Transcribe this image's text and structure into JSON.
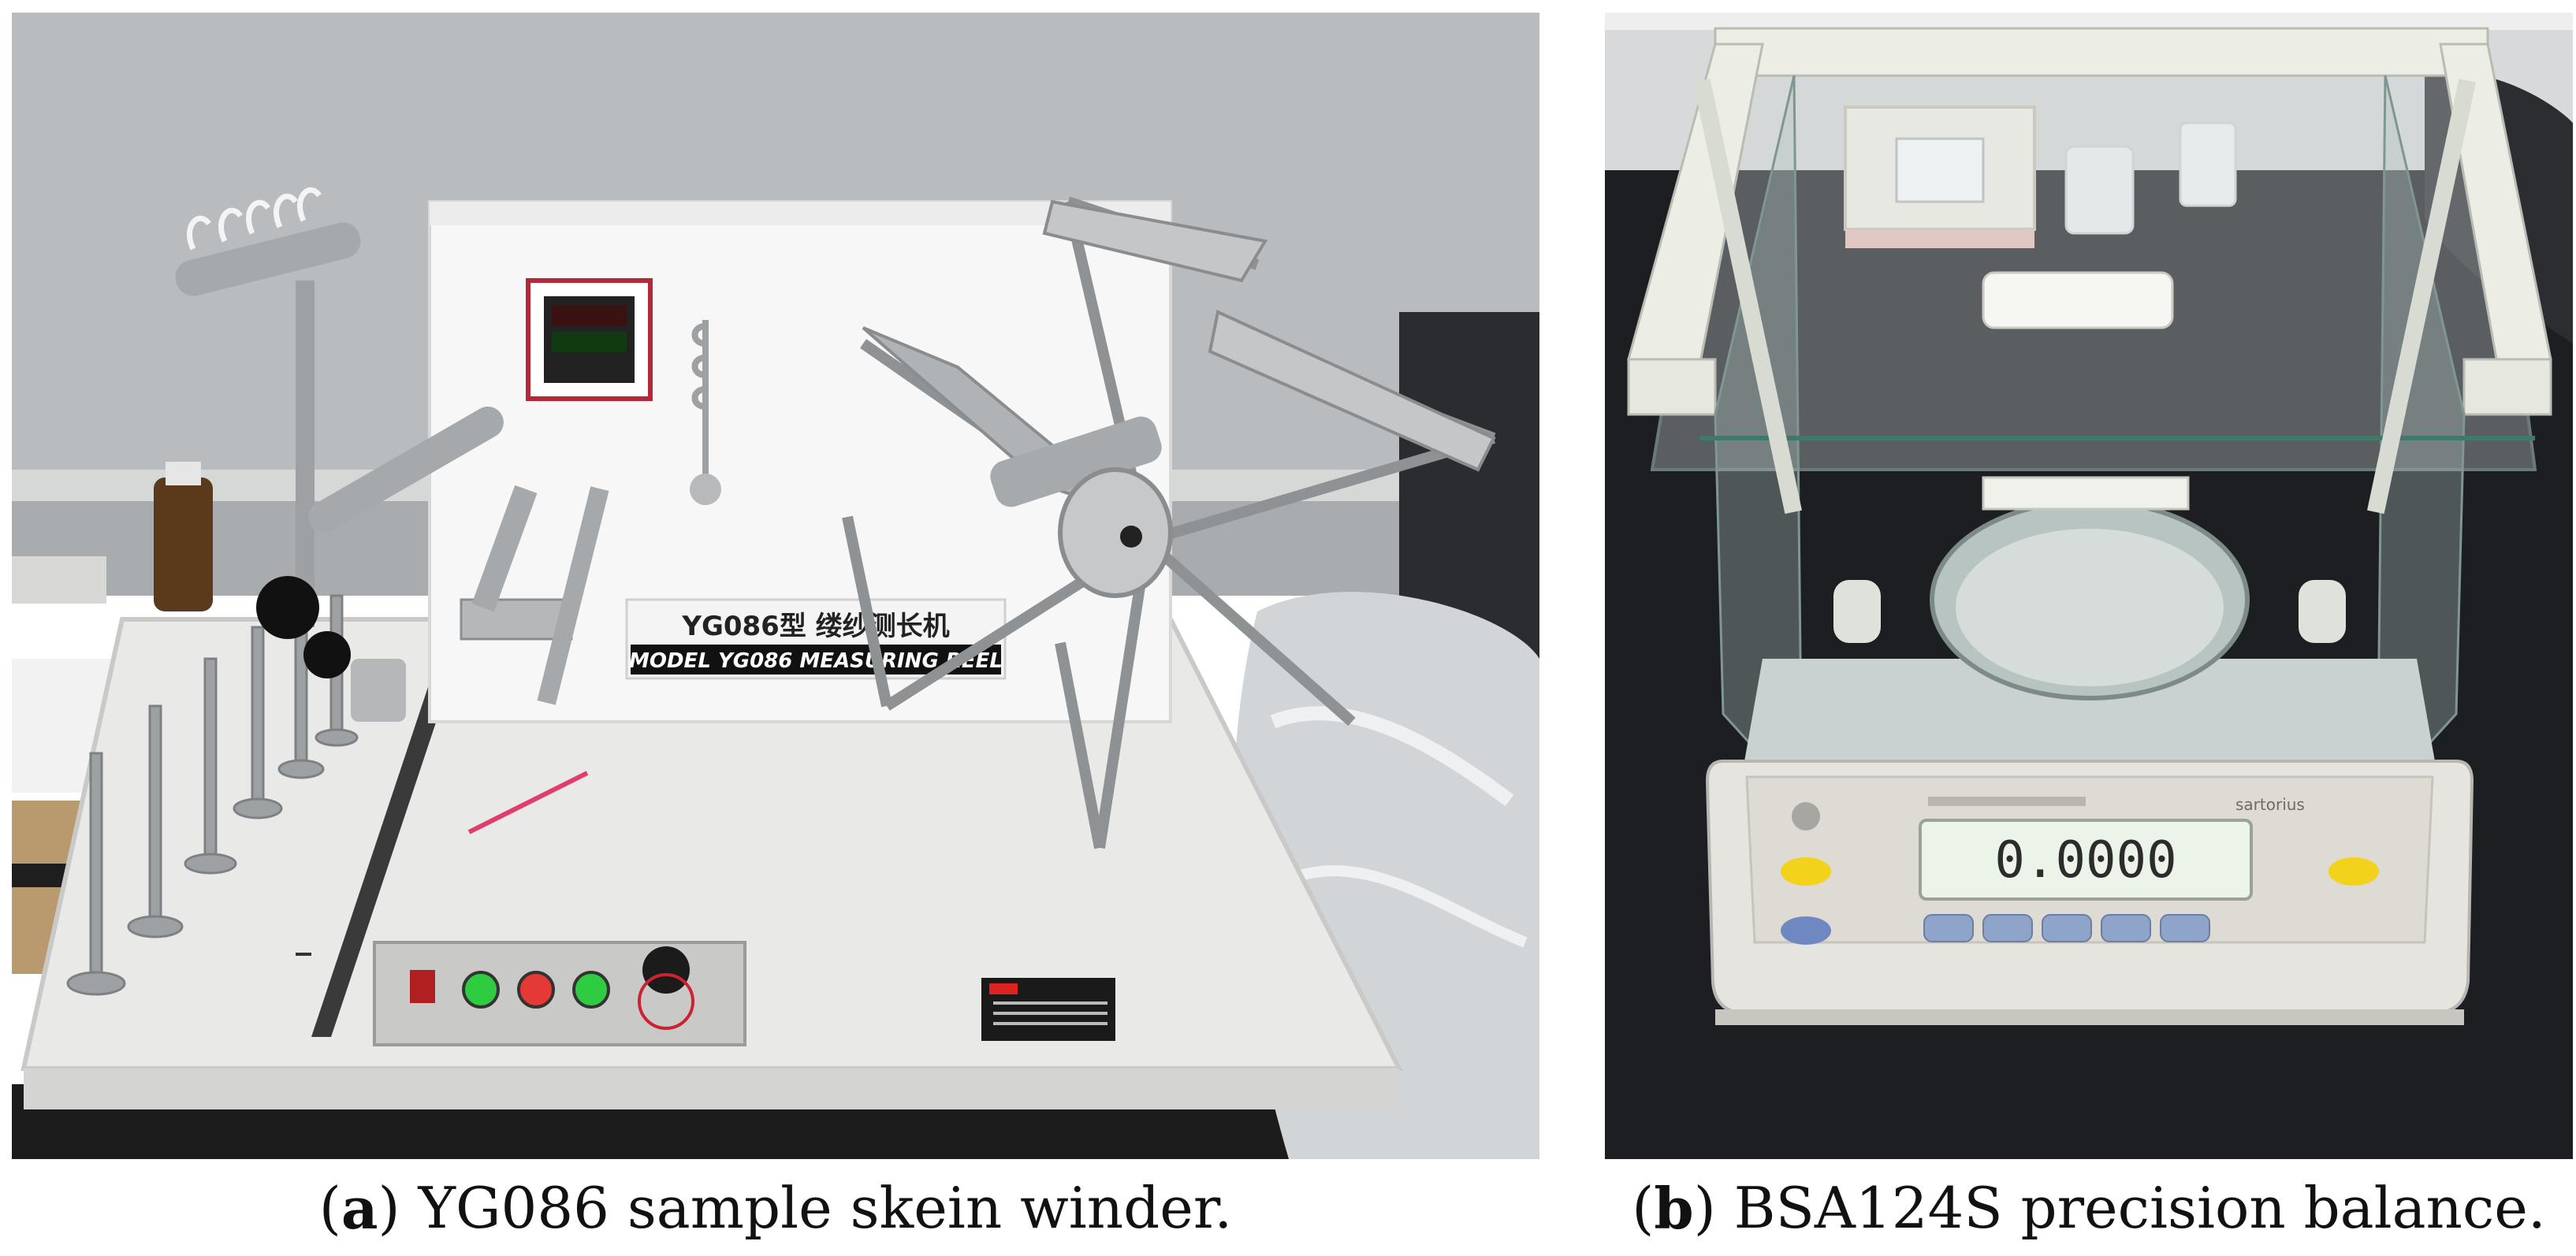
{
  "panel_a": {
    "photo_label": "YG086 sample skein winder photograph",
    "plate_chinese": "YG086型 缕纱测长机",
    "plate_english": "MODEL YG086 MEASURING REEL",
    "caption_letter": "a",
    "caption_text": "YG086 sample skein winder."
  },
  "panel_b": {
    "photo_label": "BSA124S precision balance photograph",
    "display_value": "0.0000",
    "brand": "sartorius",
    "caption_letter": "b",
    "caption_text": "BSA124S precision balance."
  },
  "colors": {
    "wall": "#b8bcbf",
    "bench_white": "#e8e8e6",
    "bench_black": "#1a1a1a",
    "metal": "#9ea1a3",
    "led_green": "#2ecc40",
    "led_red": "#e53935",
    "balance_body": "#e5e4df",
    "display_green": "#e9f3e6",
    "key_blue": "#8ea4c9",
    "key_yellow": "#f2d21b"
  }
}
